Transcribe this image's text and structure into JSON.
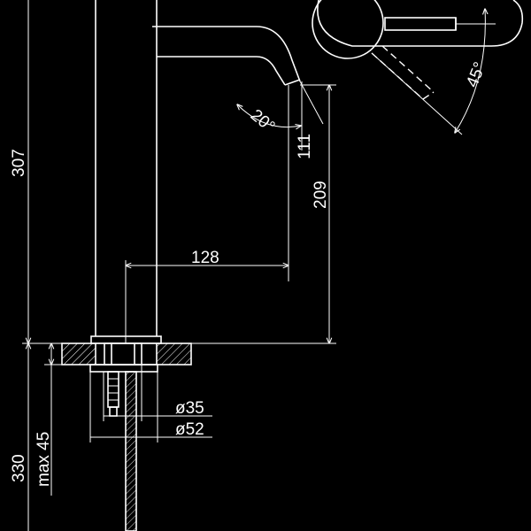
{
  "labels": {
    "dim_307": "307",
    "dim_330": "330",
    "dim_max45": "max 45",
    "dim_128": "128",
    "dim_209": "209",
    "dim_111": "111",
    "angle_20": "20°",
    "angle_45": "45°",
    "dia_35": "ø35",
    "dia_52": "ø52"
  },
  "colors": {
    "background": "#000000",
    "line": "#ffffff"
  }
}
